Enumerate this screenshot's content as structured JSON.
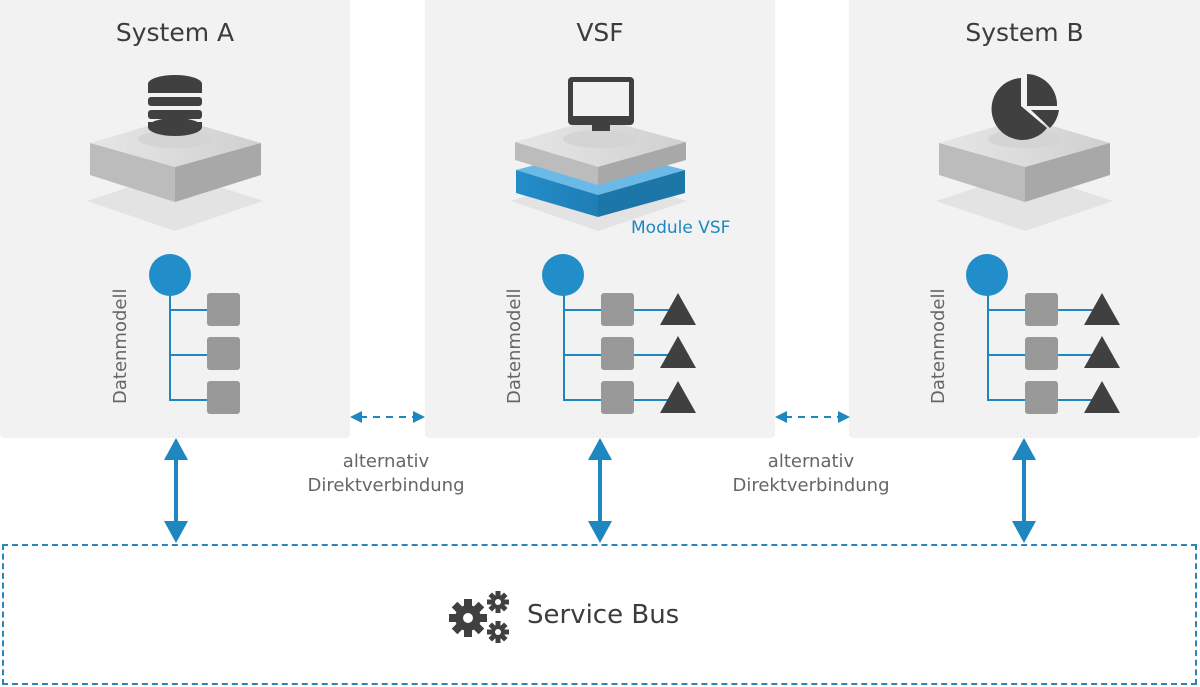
{
  "diagram": {
    "systems": [
      {
        "id": "system-a",
        "title": "System A",
        "icon": "database-icon",
        "model_label": "Datenmodell",
        "has_triangles": false
      },
      {
        "id": "vsf",
        "title": "VSF",
        "icon": "monitor-icon",
        "model_label": "Datenmodell",
        "has_triangles": true,
        "module_label": "Module VSF"
      },
      {
        "id": "system-b",
        "title": "System B",
        "icon": "pie-chart-icon",
        "model_label": "Datenmodell",
        "has_triangles": true
      }
    ],
    "connections": [
      {
        "label_line1": "alternativ",
        "label_line2": "Direktverbindung"
      },
      {
        "label_line1": "alternativ",
        "label_line2": "Direktverbindung"
      }
    ],
    "service_bus": {
      "label": "Service Bus",
      "icon": "gears-icon"
    },
    "colors": {
      "accent": "#1e87c0",
      "panel": "#f2f2f2",
      "dark": "#404040",
      "node_gray": "#999999"
    }
  }
}
